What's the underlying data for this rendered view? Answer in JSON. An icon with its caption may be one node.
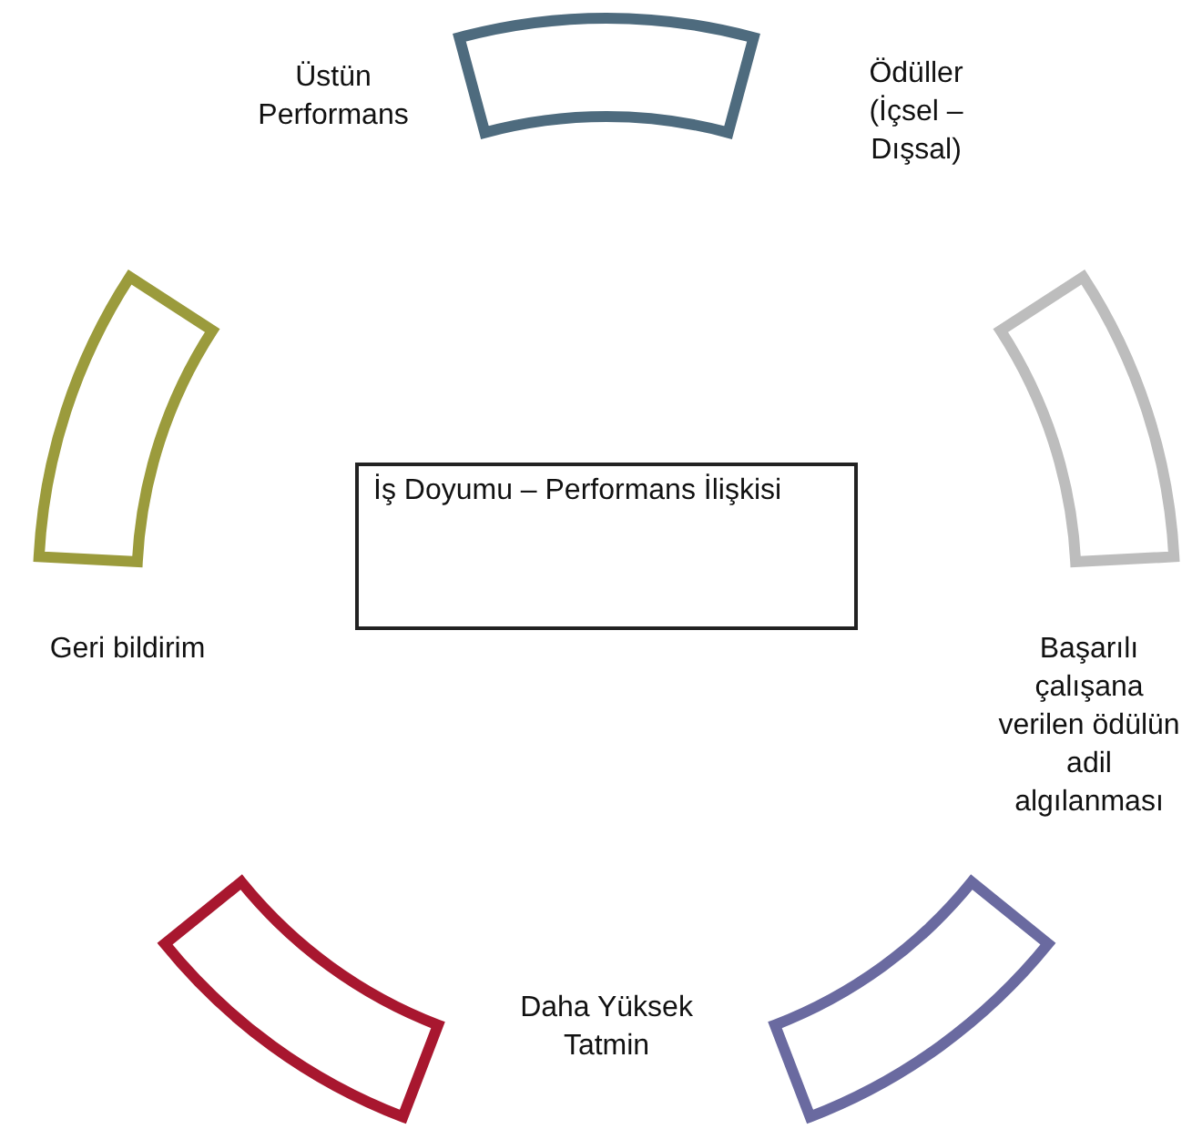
{
  "diagram": {
    "nodes": [
      {
        "text": [
          "İş Doyumu – Performans İlişkisi"
        ]
      },
      {
        "text": [],
        "shape": "band"
      },
      {
        "text": [],
        "shape": "band"
      },
      {
        "text": [],
        "shape": "band"
      },
      {
        "text": [],
        "shape": "band"
      },
      {
        "text": [],
        "shape": "band"
      }
    ],
    "edges": [],
    "labels": [
      "Üstün Performans",
      "Ödüller (İçsel – Dışsal)",
      "Geri bildirim",
      "Başarılı çalışana verilen ödülün adil algılanması",
      "Daha Yüksek Tatmin"
    ]
  }
}
